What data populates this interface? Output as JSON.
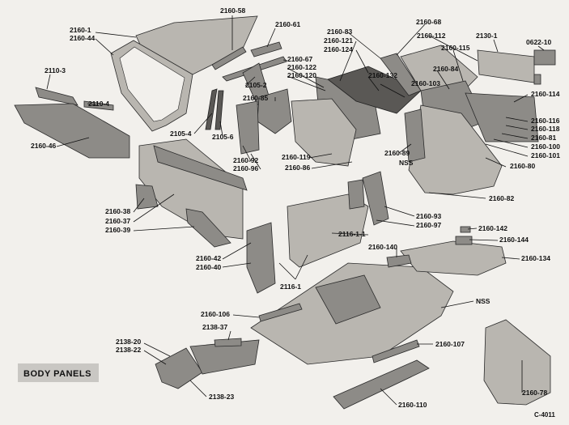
{
  "title": "BODY PANELS",
  "figure_code": "C-4011",
  "labels": {
    "l_2160_1": "2160-1",
    "l_2160_44": "2160-44",
    "l_2160_58": "2160-58",
    "l_2160_61": "2160-61",
    "l_2160_83": "2160-83",
    "l_2160_68": "2160-68",
    "l_2160_121": "2160-121",
    "l_2160_112": "2160-112",
    "l_2130_1": "2130-1",
    "l_0622_10": "0622-10",
    "l_2160_124": "2160-124",
    "l_2160_115": "2160-115",
    "l_2160_67": "2160-67",
    "l_2160_122": "2160-122",
    "l_2160_120": "2160-120",
    "l_2160_132": "2160-132",
    "l_2160_84": "2160-84",
    "l_2160_103": "2160-103",
    "l_2110_3": "2110-3",
    "l_2105_2": "2105-2",
    "l_2160_85": "2160-85",
    "l_2160_114": "2160-114",
    "l_2110_4": "2110-4",
    "l_2160_116": "2160-116",
    "l_2160_118": "2160-118",
    "l_2105_4": "2105-4",
    "l_2105_6": "2105-6",
    "l_2160_81": "2160-81",
    "l_2160_46": "2160-46",
    "l_2160_100": "2160-100",
    "l_2160_101": "2160-101",
    "l_2160_89": "2160-89",
    "l_2160_119": "2160-119",
    "l_nss_1": "NSS",
    "l_2160_92": "2160-92",
    "l_2160_96": "2160-96",
    "l_2160_86": "2160-86",
    "l_2160_80": "2160-80",
    "l_2160_82": "2160-82",
    "l_2160_38": "2160-38",
    "l_2160_37": "2160-37",
    "l_2160_39": "2160-39",
    "l_2160_93": "2160-93",
    "l_2160_97": "2160-97",
    "l_2160_142": "2160-142",
    "l_2116_1_1": "2116-1-1",
    "l_2160_144": "2160-144",
    "l_2160_140": "2160-140",
    "l_2160_42": "2160-42",
    "l_2160_40": "2160-40",
    "l_2160_134": "2160-134",
    "l_2116_1": "2116-1",
    "l_nss_2": "NSS",
    "l_2160_106": "2160-106",
    "l_2138_37": "2138-37",
    "l_2138_20": "2138-20",
    "l_2138_22": "2138-22",
    "l_2160_107": "2160-107",
    "l_2160_78": "2160-78",
    "l_2138_23": "2138-23",
    "l_2160_110": "2160-110"
  }
}
